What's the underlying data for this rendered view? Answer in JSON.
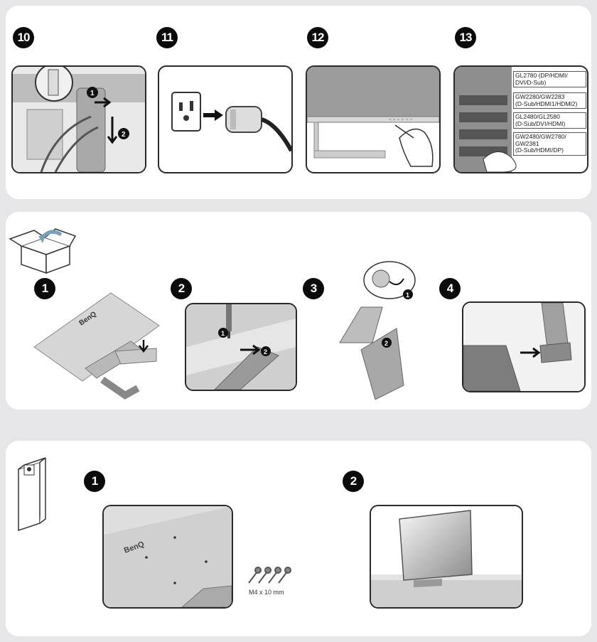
{
  "section_1": {
    "steps": [
      {
        "number": "10"
      },
      {
        "number": "11"
      },
      {
        "number": "12"
      },
      {
        "number": "13"
      }
    ],
    "models": [
      {
        "line1": "GL2780 (DP/HDMI/",
        "line2": "DVI/D-Sub)"
      },
      {
        "line1": "GW2280/GW2283",
        "line2": "(D-Sub/HDMI1/HDMI2)"
      },
      {
        "line1": "GL2480/GL2580",
        "line2": "(D-Sub/DVI/HDMI)"
      },
      {
        "line1": "GW2480/GW2780/",
        "line2": "GW2381",
        "line3": "(D-Sub/HDMI/DP)"
      }
    ],
    "callouts": {
      "one": "1",
      "two": "2"
    }
  },
  "section_2": {
    "steps": [
      {
        "number": "1"
      },
      {
        "number": "2"
      },
      {
        "number": "3"
      },
      {
        "number": "4"
      }
    ],
    "brand": "BenQ",
    "callouts": {
      "one": "1",
      "two": "2"
    }
  },
  "section_3": {
    "steps": [
      {
        "number": "1"
      },
      {
        "number": "2"
      }
    ],
    "brand": "BenQ",
    "screw_label": "M4 x 10 mm"
  },
  "colors": {
    "background": "#e6e6e8",
    "panel": "#ffffff",
    "badge": "#0b0b0b",
    "frame_border": "#2a2a2a"
  }
}
